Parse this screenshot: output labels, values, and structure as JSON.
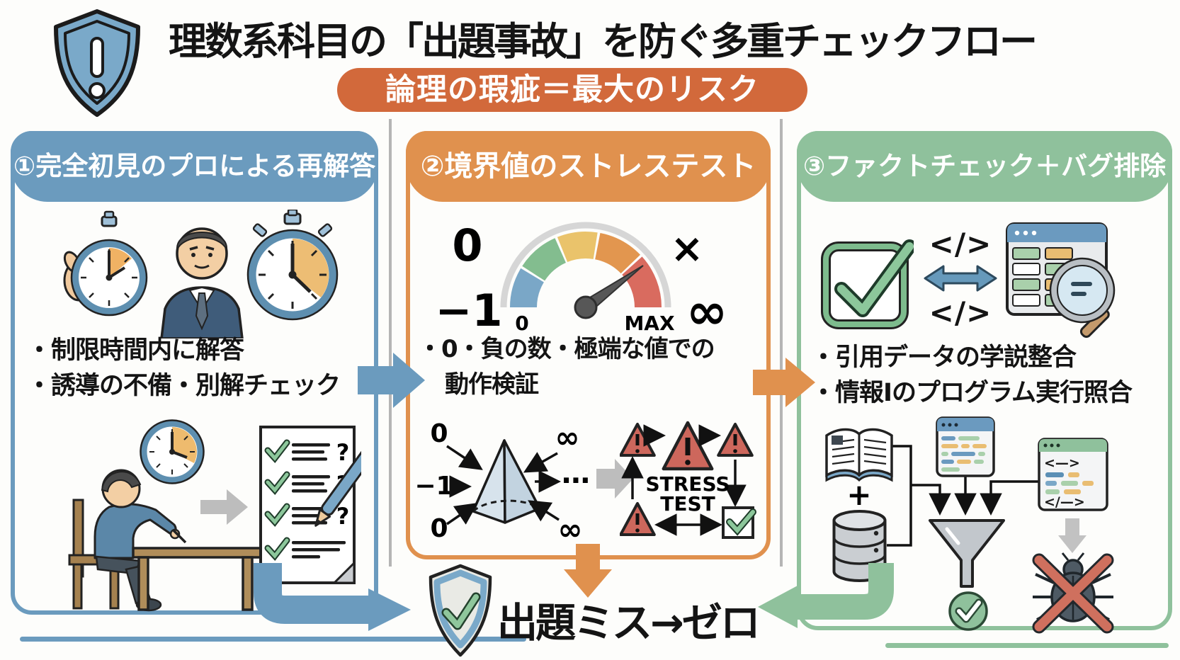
{
  "header": {
    "title": "理数系科目の「出題事故」を防ぐ多重チェックフロー",
    "banner": "論理の瑕疵＝最大のリスク"
  },
  "columns": [
    {
      "title": "①完全初見のプロによる再解答",
      "bullets": [
        "・制限時間内に解答",
        "・誘導の不備・別解チェック"
      ],
      "checklist_question_mark": "?"
    },
    {
      "title": "②境界値のストレステスト",
      "bullets": [
        "・0・負の数・極端な値での",
        "動作検証"
      ],
      "gauge": {
        "outside_top_left": "0",
        "outside_bottom_left": "−1",
        "outside_top_right": "×",
        "outside_bottom_right": "∞",
        "scale_min": "0",
        "scale_max": "MAX"
      },
      "pyramid": {
        "top_left": "0",
        "mid_left": "−1",
        "bottom_left": "0",
        "top_right": "∞",
        "bottom_right": "∞",
        "output": "⋯"
      },
      "stress_test": [
        "STRESS",
        "TEST"
      ]
    },
    {
      "title": "③ファクトチェック＋バグ排除",
      "bullets": [
        "・引用データの学説整合",
        "・情報Iのプログラム実行照合"
      ],
      "code_symbols": {
        "top": "</>",
        "bottom": "</>"
      },
      "pipeline": {
        "plus": "+",
        "code_open": "<—>",
        "code_close": "</—>"
      }
    }
  ],
  "footer": {
    "result": "出題ミス→ゼロ"
  },
  "colors": {
    "blue": "#6b9bbe",
    "orange": "#e0914e",
    "banner_orange": "#d2693b",
    "green": "#8fc19c",
    "alert_red": "#cd675c"
  }
}
